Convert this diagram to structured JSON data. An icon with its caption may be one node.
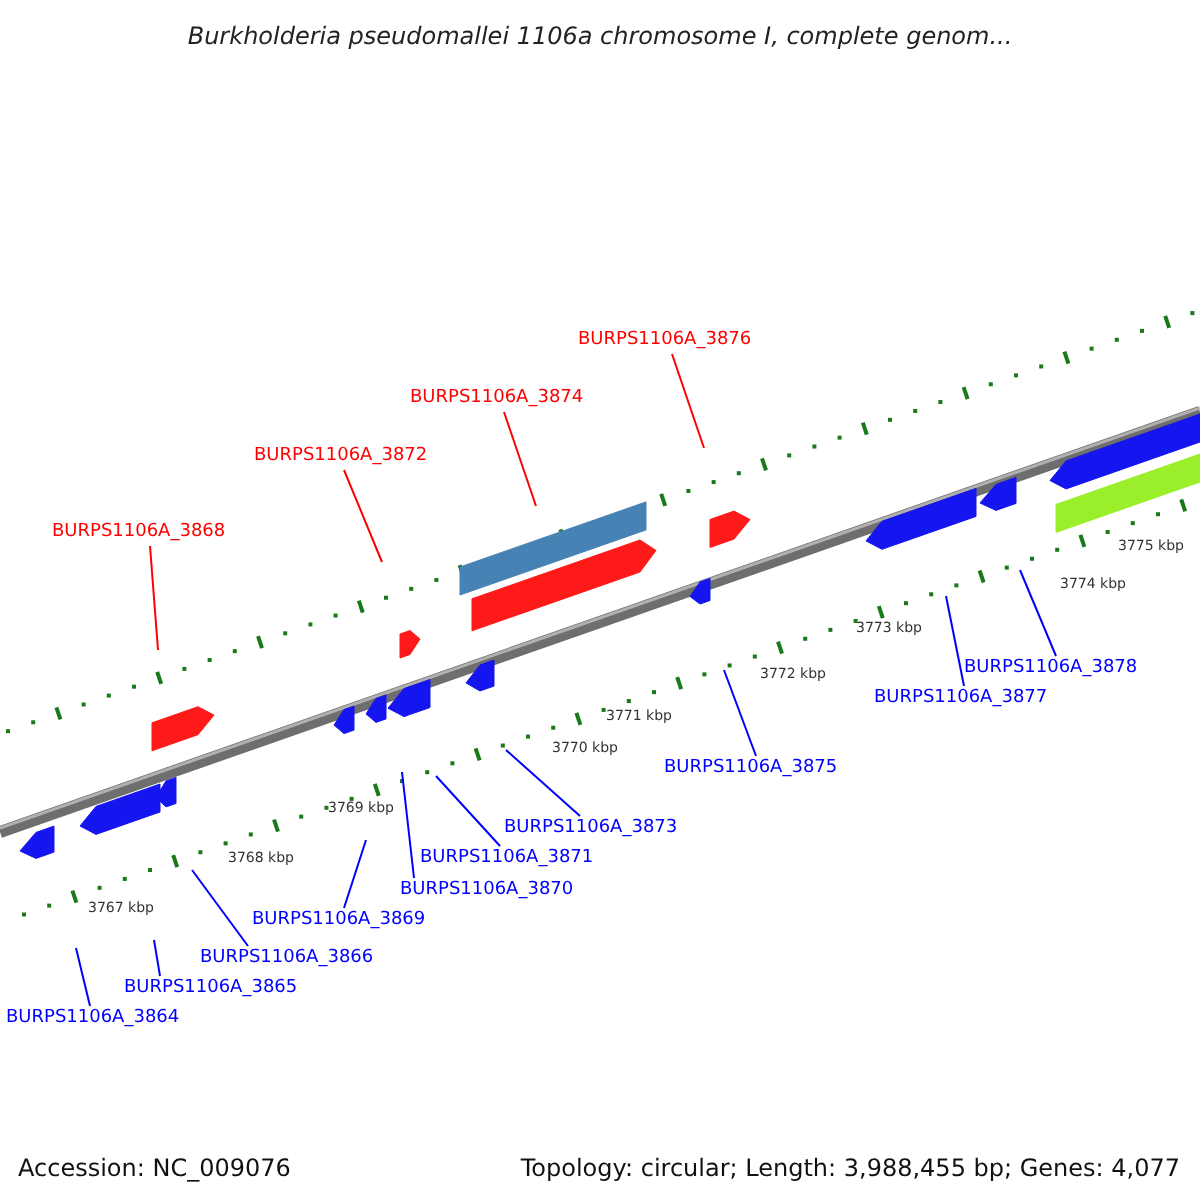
{
  "diagram": {
    "title": "Burkholderia pseudomallei 1106a chromosome I, complete genom...",
    "nodes": [
      {
        "text": [
          "BURPS1106A_3876"
        ]
      },
      {
        "text": [
          "BURPS1106A_3874"
        ]
      },
      {
        "text": [
          "BURPS1106A_3872"
        ]
      },
      {
        "text": [
          "BURPS1106A_3868"
        ]
      },
      {
        "text": [
          "BURPS1106A_3878"
        ]
      },
      {
        "text": [
          "BURPS1106A_3877"
        ]
      },
      {
        "text": [
          "BURPS1106A_3875"
        ]
      },
      {
        "text": [
          "BURPS1106A_3873"
        ]
      },
      {
        "text": [
          "BURPS1106A_3871"
        ]
      },
      {
        "text": [
          "BURPS1106A_3870"
        ]
      },
      {
        "text": [
          "BURPS1106A_3869"
        ]
      },
      {
        "text": [
          "BURPS1106A_3866"
        ]
      },
      {
        "text": [
          "BURPS1106A_3865"
        ]
      },
      {
        "text": [
          "BURPS1106A_3864"
        ]
      }
    ],
    "edges": [
      {
        "from": 0,
        "to": null,
        "arrow": "none",
        "color": "#ff0000"
      },
      {
        "from": 1,
        "to": null,
        "arrow": "none",
        "color": "#ff0000"
      },
      {
        "from": 2,
        "to": null,
        "arrow": "none",
        "color": "#ff0000"
      },
      {
        "from": 3,
        "to": null,
        "arrow": "none",
        "color": "#ff0000"
      },
      {
        "from": 4,
        "to": null,
        "arrow": "none"
      },
      {
        "from": 5,
        "to": null,
        "arrow": "none"
      },
      {
        "from": 6,
        "to": null,
        "arrow": "none"
      },
      {
        "from": 7,
        "to": null,
        "arrow": "none"
      },
      {
        "from": 8,
        "to": null,
        "arrow": "none"
      },
      {
        "from": 9,
        "to": null,
        "arrow": "none"
      },
      {
        "from": 10,
        "to": null,
        "arrow": "none"
      },
      {
        "from": 11,
        "to": null,
        "arrow": "none"
      },
      {
        "from": 12,
        "to": null,
        "arrow": "none"
      },
      {
        "from": 13,
        "to": null,
        "arrow": "none"
      }
    ],
    "labels": [
      "3775 kbp",
      "3774 kbp",
      "3773 kbp",
      "3772 kbp",
      "3771 kbp",
      "3770 kbp",
      "3769 kbp",
      "3768 kbp",
      "3767 kbp",
      "Accession: NC_009076",
      "Topology: circular; Length: 3,988,455 bp; Genes: 4,077"
    ]
  }
}
